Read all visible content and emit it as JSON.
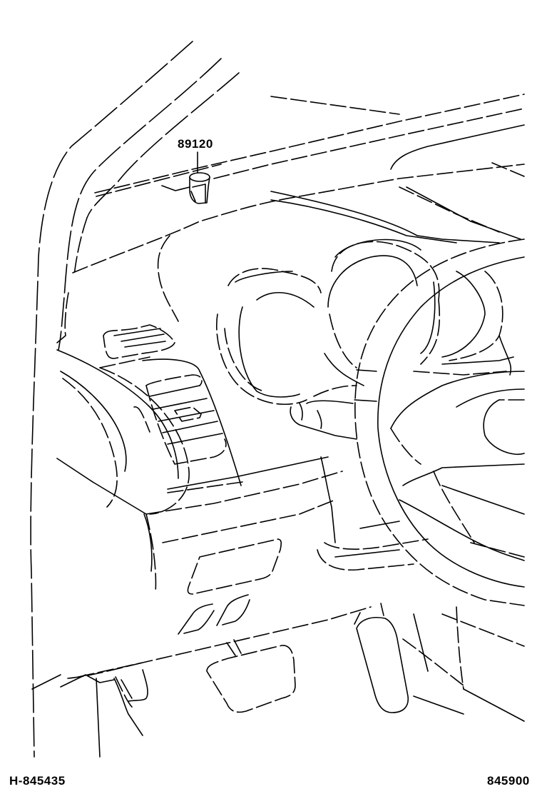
{
  "diagram": {
    "type": "parts-catalog-illustration",
    "subject": "Vehicle interior: A-pillar, windshield, instrument panel, combination meter, steering wheel, pedals",
    "line_color": "#000000",
    "background_color": "#ffffff"
  },
  "callouts": [
    {
      "part_number": "89120",
      "description_visible": "",
      "position": "top of dashboard near windshield base",
      "leader_target": "small sensor on dashboard top"
    }
  ],
  "footer": {
    "illustration_code": "H-845435",
    "reference_number": "845900"
  }
}
